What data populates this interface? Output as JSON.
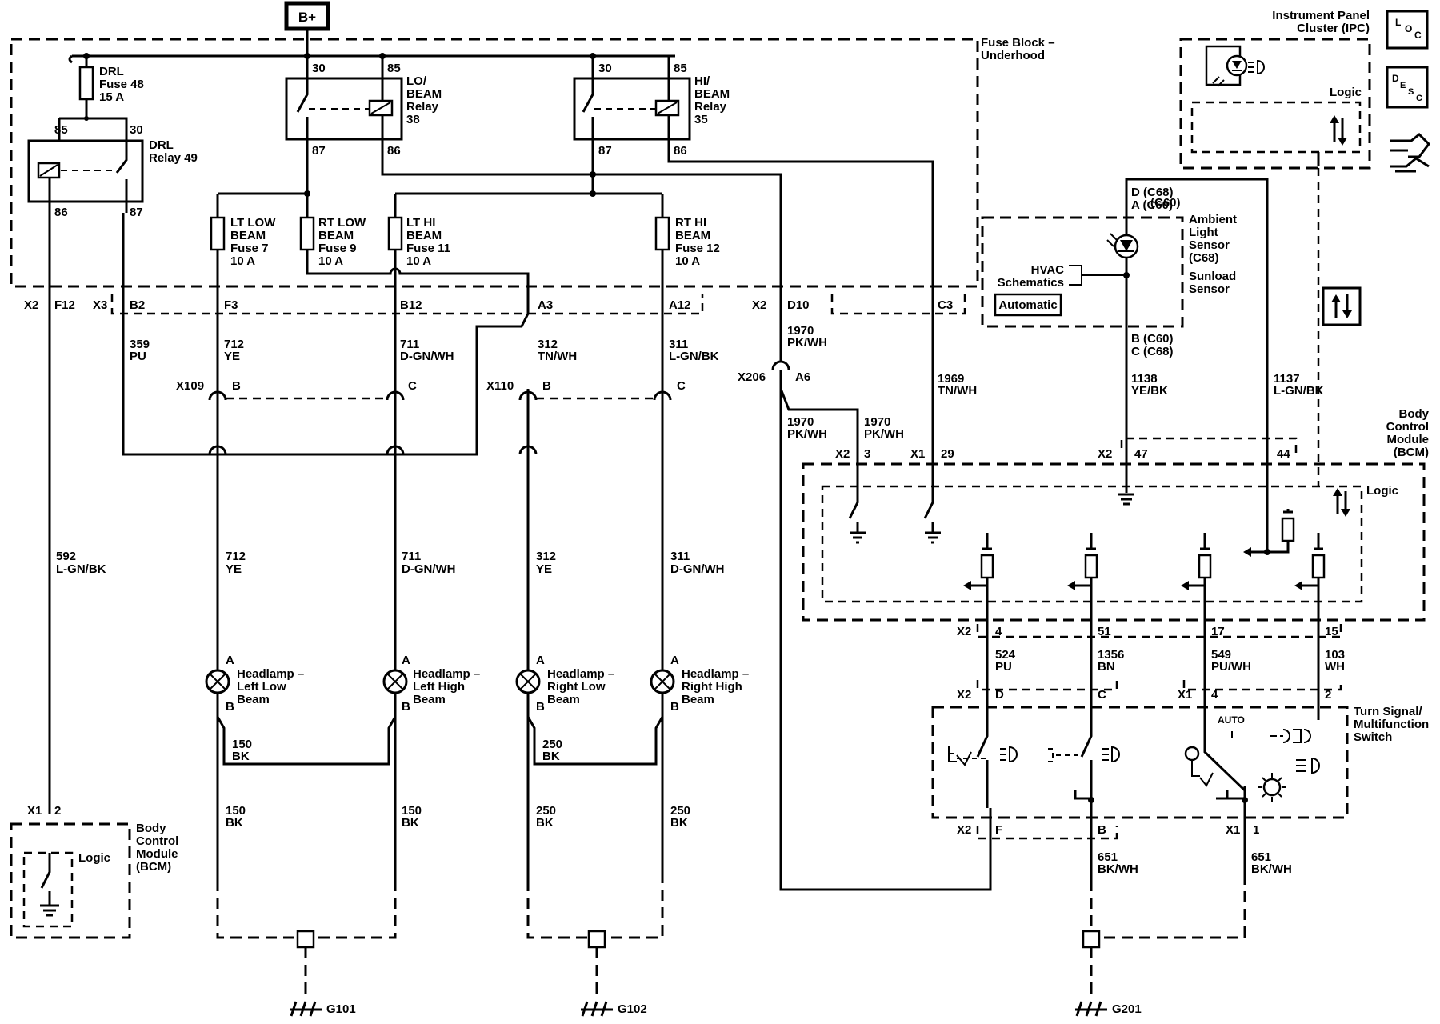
{
  "power": "B+",
  "modules": {
    "fuse_block": [
      "Fuse Block –",
      "Underhood"
    ],
    "ipc": [
      "Instrument Panel",
      "Cluster (IPC)"
    ],
    "bcm": [
      "Body",
      "Control",
      "Module",
      "(BCM)"
    ],
    "logic": "Logic",
    "hvac": [
      "HVAC",
      "Schematics"
    ],
    "automatic": "Automatic",
    "turn_switch": [
      "Turn Signal/",
      "Multifunction",
      "Switch"
    ],
    "sensor_ids": [
      "(C60)",
      "Ambient",
      "Light",
      "Sensor",
      "(C68)",
      "Sunload",
      "Sensor"
    ],
    "sensor_top_pins": [
      "D (C68)",
      "A (C60)"
    ],
    "sensor_bottom_pins": [
      "B (C60)",
      "C (C68)"
    ],
    "switch_auto": "AUTO",
    "icons": [
      "loc-icon",
      "desc-icon",
      "connector-icon",
      "bidirectional-icon"
    ]
  },
  "fuses": {
    "drl_fuse": [
      "DRL",
      "Fuse 48",
      "15 A"
    ],
    "lt_low": [
      "LT LOW",
      "BEAM",
      "Fuse 7",
      "10 A"
    ],
    "rt_low": [
      "RT LOW",
      "BEAM",
      "Fuse 9",
      "10 A"
    ],
    "lt_hi": [
      "LT HI",
      "BEAM",
      "Fuse 11",
      "10 A"
    ],
    "rt_hi": [
      "RT HI",
      "BEAM",
      "Fuse 12",
      "10 A"
    ]
  },
  "relays": {
    "drl": {
      "label": [
        "DRL",
        "Relay 49"
      ],
      "pins": [
        "85",
        "30",
        "86",
        "87"
      ]
    },
    "lo": {
      "label": [
        "LO/",
        "BEAM",
        "Relay",
        "38"
      ],
      "pins": [
        "30",
        "85",
        "87",
        "86"
      ]
    },
    "hi": {
      "label": [
        "HI/",
        "BEAM",
        "Relay",
        "35"
      ],
      "pins": [
        "30",
        "85",
        "87",
        "86"
      ]
    }
  },
  "fuse_block_pins": {
    "x2": "X2",
    "f12": "F12",
    "x3": "X3",
    "b2": "B2",
    "f3": "F3",
    "b12": "B12",
    "a3": "A3",
    "a12": "A12",
    "x2b": "X2",
    "d10": "D10",
    "c3": "C3"
  },
  "wires": {
    "w359": [
      "359",
      "PU"
    ],
    "w712a": [
      "712",
      "YE"
    ],
    "w711a": [
      "711",
      "D-GN/WH"
    ],
    "w312a": [
      "312",
      "TN/WH"
    ],
    "w311a": [
      "311",
      "L-GN/BK"
    ],
    "w1970a": [
      "1970",
      "PK/WH"
    ],
    "w1969": [
      "1969",
      "TN/WH"
    ],
    "w1138": [
      "1138",
      "YE/BK"
    ],
    "w1137": [
      "1137",
      "L-GN/BK"
    ],
    "w1970b": [
      "1970",
      "PK/WH"
    ],
    "w1970c": [
      "1970",
      "PK/WH"
    ],
    "w592": [
      "592",
      "L-GN/BK"
    ],
    "w712b": [
      "712",
      "YE"
    ],
    "w711b": [
      "711",
      "D-GN/WH"
    ],
    "w312b": [
      "312",
      "YE"
    ],
    "w311b": [
      "311",
      "D-GN/WH"
    ],
    "w150a": [
      "150",
      "BK"
    ],
    "w250a": [
      "250",
      "BK"
    ],
    "w150b": [
      "150",
      "BK"
    ],
    "w150c": [
      "150",
      "BK"
    ],
    "w250b": [
      "250",
      "BK"
    ],
    "w250c": [
      "250",
      "BK"
    ],
    "w524": [
      "524",
      "PU"
    ],
    "w1356": [
      "1356",
      "BN"
    ],
    "w549": [
      "549",
      "PU/WH"
    ],
    "w103": [
      "103",
      "WH"
    ],
    "w651a": [
      "651",
      "BK/WH"
    ],
    "w651b": [
      "651",
      "BK/WH"
    ]
  },
  "connectors": {
    "x109": "X109",
    "x110": "X110",
    "x206": "X206",
    "a6": "A6",
    "x109b": "B",
    "x109c": "C",
    "x110b": "B",
    "x110c": "C",
    "bcm_x2": "X2",
    "bcm_3": "3",
    "bcm_x1": "X1",
    "bcm_29": "29",
    "bcm_x2b": "X2",
    "bcm_47": "47",
    "bcm_44": "44",
    "bcm_bot_x2": "X2",
    "bcm_4": "4",
    "bcm_51": "51",
    "bcm_17": "17",
    "bcm_15": "15",
    "sw_x2": "X2",
    "sw_d": "D",
    "sw_c": "C",
    "sw_x1": "X1",
    "sw_4": "4",
    "sw_2": "2",
    "sw_bx2": "X2",
    "sw_f": "F",
    "sw_b": "B",
    "sw_bx1": "X1",
    "sw_1": "1",
    "bcm2_x1": "X1",
    "bcm2_2": "2"
  },
  "headlamps": [
    {
      "label": [
        "Headlamp –",
        "Left Low",
        "Beam"
      ]
    },
    {
      "label": [
        "Headlamp –",
        "Left High",
        "Beam"
      ]
    },
    {
      "label": [
        "Headlamp –",
        "Right Low",
        "Beam"
      ]
    },
    {
      "label": [
        "Headlamp –",
        "Right High",
        "Beam"
      ]
    }
  ],
  "lamp_pins": [
    "A",
    "B"
  ],
  "grounds": [
    "G101",
    "G102",
    "G201"
  ]
}
